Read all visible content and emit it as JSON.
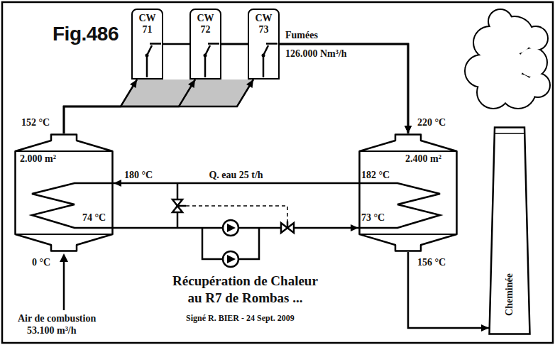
{
  "diagram": {
    "title": "Récupération de Chaleur au R7 de Rombas ...",
    "caption": "Signé R. BIER - 24 Sept. 2009",
    "nodes": [
      {
        "text": [
          "CW 71"
        ]
      },
      {
        "text": [
          "CW 72"
        ]
      },
      {
        "text": [
          "CW 73"
        ]
      },
      {
        "text": [
          "2.000 m²"
        ]
      },
      {
        "text": [
          "2.400 m²"
        ]
      },
      {
        "text": [
          "Cheminée"
        ]
      }
    ],
    "edges": [
      {
        "from": 3,
        "to": 0,
        "arrow": "to"
      },
      {
        "from": 3,
        "to": 1,
        "arrow": "to"
      },
      {
        "from": 3,
        "to": 2,
        "arrow": "to"
      },
      {
        "from": 0,
        "to": 4,
        "arrow": "to"
      },
      {
        "from": 1,
        "to": 4,
        "arrow": "to"
      },
      {
        "from": 2,
        "to": 4,
        "arrow": "to"
      },
      {
        "from": 4,
        "to": 3,
        "label": "Q. eau 25 t/h",
        "arrow": "to"
      },
      {
        "from": 3,
        "to": 4,
        "arrow": "to"
      },
      {
        "from": 4,
        "to": 5,
        "arrow": "to"
      }
    ],
    "labels": [
      "Fig.486",
      "Fumées",
      "126.000 Nm³/h",
      "152 °C",
      "180 °C",
      "182 °C",
      "220 °C",
      "74 °C",
      "73 °C",
      "0 °C",
      "156 °C",
      "Air de combustion",
      "53.100 m³/h"
    ]
  }
}
